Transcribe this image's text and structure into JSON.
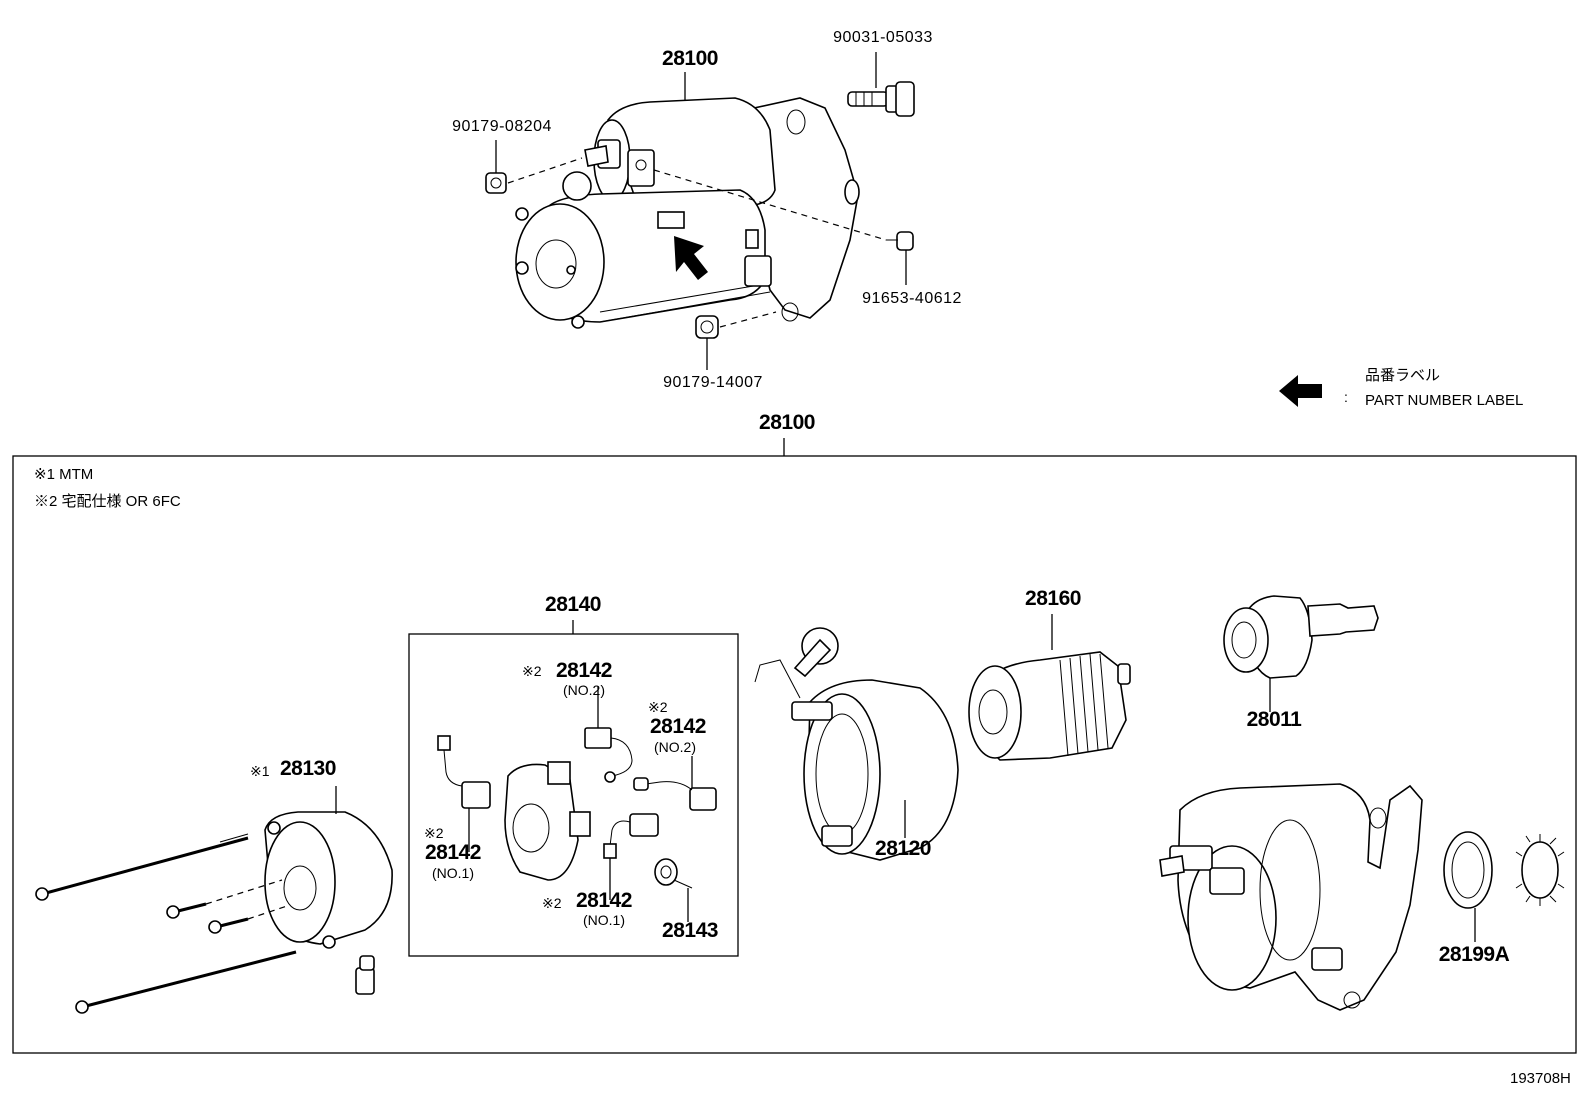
{
  "labels": {
    "top_assembly": "28100",
    "bolt_top": "90031-05033",
    "nut_left": "90179-08204",
    "nut_right": "91653-40612",
    "nut_bottom": "90179-14007",
    "legend_jp": "品番ラベル",
    "legend_en": "PART NUMBER LABEL",
    "legend_colon": ":",
    "box_assembly": "28100",
    "note1": "※1 MTM",
    "note2": "※2 宅配仕様 OR 6FC",
    "brush_holder": "28140",
    "end_frame_mark": "※1",
    "end_frame": "28130",
    "brush_a_mark": "※2",
    "brush_a": "28142",
    "brush_a_sub": "(NO.2)",
    "brush_b_mark": "※2",
    "brush_b": "28142",
    "brush_b_sub": "(NO.2)",
    "brush_c_mark": "※2",
    "brush_c": "28142",
    "brush_c_sub": "(NO.1)",
    "brush_d_mark": "※2",
    "brush_d": "28142",
    "brush_d_sub": "(NO.1)",
    "spring": "28143",
    "yoke": "28120",
    "armature": "28160",
    "clutch": "28011",
    "bearing": "28199A",
    "figure_id": "193708H"
  }
}
